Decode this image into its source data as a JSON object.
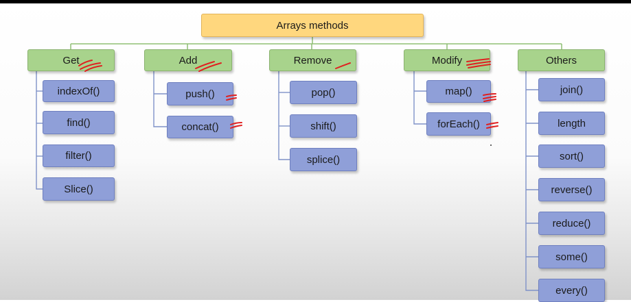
{
  "root": {
    "label": "Arrays methods"
  },
  "categories": [
    {
      "label": "Get",
      "items": [
        "indexOf()",
        "find()",
        "filter()",
        "Slice()"
      ]
    },
    {
      "label": "Add",
      "items": [
        "push()",
        "concat()"
      ]
    },
    {
      "label": "Remove",
      "items": [
        "pop()",
        "shift()",
        "splice()"
      ]
    },
    {
      "label": "Modify",
      "items": [
        "map()",
        "forEach()"
      ]
    },
    {
      "label": "Others",
      "items": [
        "join()",
        "length",
        "sort()",
        "reverse()",
        "reduce()",
        "some()",
        "every()"
      ]
    }
  ],
  "colors": {
    "root_fill": "#ffd77e",
    "category_fill": "#a8d38c",
    "item_fill": "#8f9fd8",
    "connector": "#8fbf74",
    "annotation": "#e02020"
  }
}
